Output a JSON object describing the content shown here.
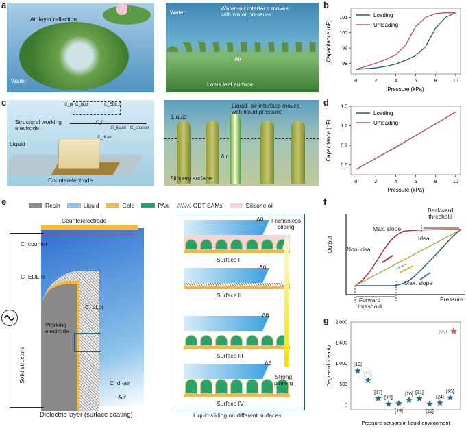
{
  "panel_labels": {
    "a": "a",
    "b": "b",
    "c": "c",
    "d": "d",
    "e": "e",
    "f": "f",
    "g": "g"
  },
  "panel_a": {
    "air_layer": "Air layer reflection",
    "water_left": "Water",
    "water_right": "Water",
    "interface": "Water–air interface moves\nwith water pressure",
    "air": "Air",
    "lotus": "Lotus leaf surface"
  },
  "panel_c": {
    "structural": "Structural working\nelectrode",
    "liquid_left": "Liquid",
    "counter": "Counterelectrode",
    "c_pl": "C_pl",
    "c_dlct": "C_dl,ct",
    "c_edlct": "C_EDL,ct",
    "c0": "C_0",
    "r_liquid": "R_liquid",
    "c_counter": "C_counter",
    "c_dlair": "C_dl-air",
    "liquid_right": "Liquid",
    "interface": "Liquid–air interface moves\nwith liquid pressure",
    "air": "Air",
    "slippery": "Slippery surface"
  },
  "panel_e": {
    "legend": [
      {
        "label": "Resin",
        "color": "#8a8a8a"
      },
      {
        "label": "Liquid",
        "color": "#8cc3ea"
      },
      {
        "label": "Gold",
        "color": "#f4b942"
      },
      {
        "label": "PAni",
        "color": "#2aa36b"
      },
      {
        "label": "ODT SAMs",
        "color": "hatch"
      },
      {
        "label": "Silicone oil",
        "color": "#f6d3d6"
      }
    ],
    "counterelectrode": "Counterelectrode",
    "c_counter": "C_counter",
    "c_edl": "C_EDL,ct",
    "c_dlct": "C_dl,ct",
    "working": "Working\nelectrode",
    "solid": "Solid structure",
    "c_dlair": "C_dl-air",
    "air": "Air",
    "dielectric": "Dielectric layer (surface coating)",
    "surfaces": [
      "Surface I",
      "Surface II",
      "Surface III",
      "Surface IV"
    ],
    "delta": "Δθ",
    "frictionless": "Frictionless\nsliding",
    "pinning": "Strong\npinning",
    "box_caption": "Liquid sliding on different surfaces"
  },
  "panel_f": {
    "ylabel": "Output",
    "xlabel": "Pressure",
    "backward": "Backward\nthreshold",
    "forward": "Forward\nthreshold",
    "max_slope_top": "Max. slope",
    "max_slope_bottom": "Max. slope",
    "ideal": "Ideal",
    "non_ideal": "Non-ideal"
  },
  "chart_data": [
    {
      "id": "b",
      "type": "line",
      "xlabel": "Pressure (kPa)",
      "ylabel": "Capacitance (nF)",
      "xlim": [
        -0.5,
        10.5
      ],
      "ylim": [
        97.3,
        101.6
      ],
      "xticks": [
        0,
        2,
        4,
        6,
        8,
        10
      ],
      "yticks": [
        98,
        99,
        100,
        101
      ],
      "x": [
        0,
        1,
        2,
        3,
        4,
        5,
        6,
        7,
        8,
        9,
        10
      ],
      "series": [
        {
          "name": "Loading",
          "color": "#1f5f7a",
          "values": [
            97.6,
            97.65,
            97.7,
            97.8,
            97.95,
            98.2,
            98.5,
            99.1,
            100.3,
            101.0,
            101.3
          ]
        },
        {
          "name": "Unloading",
          "color": "#c4525e",
          "values": [
            97.6,
            97.8,
            98.0,
            98.25,
            98.55,
            99.2,
            100.4,
            101.0,
            101.25,
            101.3,
            101.3
          ]
        }
      ],
      "legend": "top-left"
    },
    {
      "id": "d",
      "type": "line",
      "xlabel": "Pressure (kPa)",
      "ylabel": "Capacitance (nF)",
      "xlim": [
        -0.5,
        10.5
      ],
      "ylim": [
        0.45,
        1.5
      ],
      "xticks": [
        0,
        2,
        4,
        6,
        8,
        10
      ],
      "yticks": [
        0.6,
        0.9,
        1.2,
        1.5
      ],
      "x": [
        0,
        2,
        4,
        6,
        8,
        10
      ],
      "series": [
        {
          "name": "Loading",
          "color": "#1f5f7a",
          "values": [
            0.53,
            0.7,
            0.87,
            1.05,
            1.23,
            1.41
          ]
        },
        {
          "name": "Unloading",
          "color": "#c4525e",
          "values": [
            0.53,
            0.7,
            0.875,
            1.05,
            1.23,
            1.41
          ]
        }
      ],
      "legend": "top-left"
    },
    {
      "id": "g",
      "type": "scatter",
      "xlabel": "Pressure sensors in liquid environment",
      "ylabel": "Degree of linearity",
      "ylim": [
        -120,
        2000
      ],
      "yticks": [
        0,
        500,
        1000,
        1500,
        2000
      ],
      "ytick_labels": [
        "0",
        "500",
        "1,000",
        "1,500",
        "2,000"
      ],
      "points": [
        {
          "label": "[10]",
          "value": 820
        },
        {
          "label": "[11]",
          "value": 590
        },
        {
          "label": "[17]",
          "value": 150
        },
        {
          "label": "[18]",
          "value": 20
        },
        {
          "label": "[19]",
          "value": 30,
          "below": true
        },
        {
          "label": "[20]",
          "value": 110
        },
        {
          "label": "[21]",
          "value": 150
        },
        {
          "label": "[22]",
          "value": 20,
          "below": true
        },
        {
          "label": "[24]",
          "value": 40
        },
        {
          "label": "[25]",
          "value": 170
        }
      ],
      "highlight": {
        "label": "eAir",
        "value": 1780,
        "color": "#d05a5a"
      },
      "point_color": "#1f6a8a"
    }
  ]
}
